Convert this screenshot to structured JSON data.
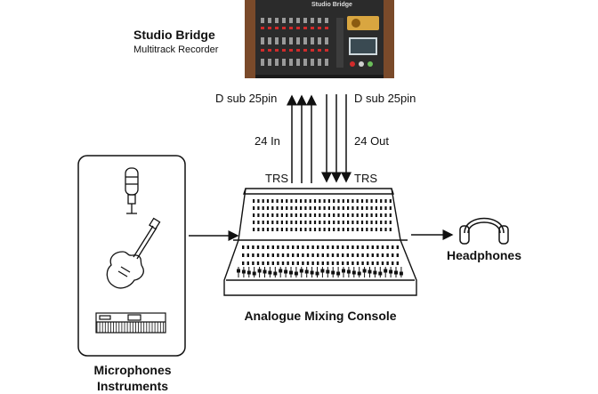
{
  "recorder": {
    "name": "Studio Bridge",
    "subtitle": "Multitrack Recorder",
    "panel_label": "Studio Bridge"
  },
  "connections": {
    "left_connector": "D sub 25pin",
    "right_connector": "D sub 25pin",
    "in_label": "24 In",
    "out_label": "24 Out",
    "left_trs": "TRS",
    "right_trs": "TRS"
  },
  "console": {
    "label": "Analogue Mixing Console"
  },
  "sources": {
    "line1": "Microphones",
    "line2": "Instruments"
  },
  "output": {
    "label": "Headphones"
  },
  "colors": {
    "line": "#111111",
    "wood": "#7a4a2a",
    "panel": "#2b2b2b",
    "accent": "#d12b2b"
  }
}
